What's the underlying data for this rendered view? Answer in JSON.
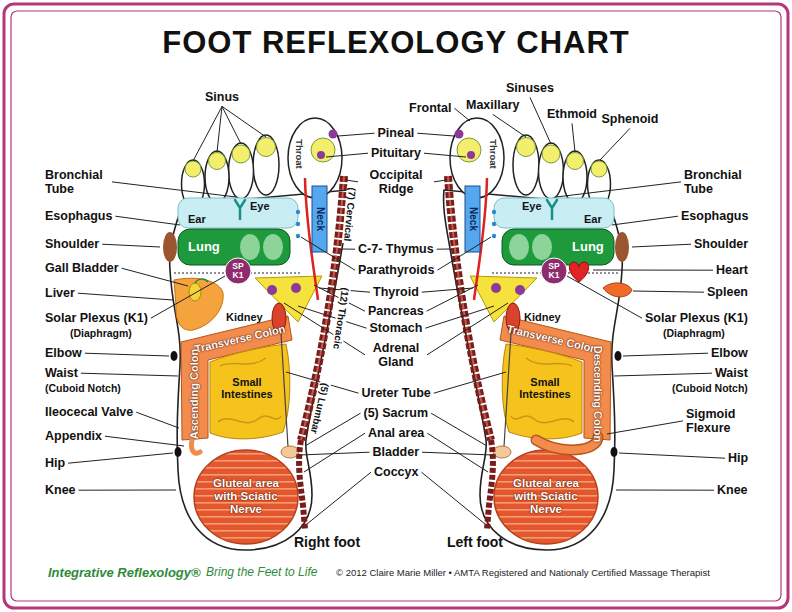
{
  "diagram": {
    "title": "FOOT REFLEXOLOGY CHART",
    "nodes": [
      {
        "text": [
          "Throat"
        ]
      },
      {
        "text": [
          "Neck"
        ]
      },
      {
        "text": [
          "Eye",
          "Ear"
        ]
      },
      {
        "text": [
          "Lung"
        ]
      },
      {
        "text": [
          "SP K1"
        ]
      },
      {
        "text": [
          "Kidney"
        ]
      },
      {
        "text": [
          "Transverse Colon"
        ]
      },
      {
        "text": [
          "Ascending Colon"
        ]
      },
      {
        "text": [
          "Small Intestines"
        ]
      },
      {
        "text": [
          "Gluteal area with Sciatic Nerve"
        ]
      },
      {
        "text": [
          "Throat"
        ]
      },
      {
        "text": [
          "Neck"
        ]
      },
      {
        "text": [
          "Eye",
          "Ear"
        ]
      },
      {
        "text": [
          "Lung"
        ]
      },
      {
        "text": [
          "SP K1"
        ]
      },
      {
        "text": [
          "Kidney"
        ]
      },
      {
        "text": [
          "Transverse Colon"
        ]
      },
      {
        "text": [
          "Descending Colon"
        ]
      },
      {
        "text": [
          "Small Intestines"
        ]
      },
      {
        "text": [
          "Gluteal area with Sciatic Nerve"
        ]
      }
    ],
    "labels": [
      "Sinus",
      "Bronchial Tube",
      "Esophagus",
      "Shoulder",
      "Gall Bladder",
      "Liver",
      "Solar Plexus (K1)",
      "(Diaphragm)",
      "Elbow",
      "Waist",
      "(Cuboid Notch)",
      "Ileocecal Valve",
      "Appendix",
      "Hip",
      "Knee",
      "Frontal",
      "Sinuses",
      "Maxillary",
      "Ethmoid",
      "Sphenoid",
      "Pineal",
      "Pituitary",
      "Occipital Ridge",
      "(7) Cervical",
      "C-7- Thymus",
      "Parathyroids",
      "Thyroid",
      "(12) Thoracic",
      "Pancreas",
      "Stomach",
      "Adrenal Gland",
      "(5) Lumbar",
      "Ureter Tube",
      "(5) Sacrum",
      "Anal area",
      "Bladder",
      "Coccyx",
      "Bronchial Tube",
      "Esophagus",
      "Shoulder",
      "Heart",
      "Spleen",
      "Solar Plexus (K1)",
      "(Diaphragm)",
      "Elbow",
      "Waist",
      "(Cuboid Notch)",
      "Sigmoid Flexure",
      "Hip",
      "Knee",
      "Right foot",
      "Left foot",
      "Integrative Reflexology®",
      "Bring the Feet to Life",
      "© 2012 Claire Marie Miller • AMTA Registered and Nationaly Certified Massage Therapist"
    ]
  }
}
